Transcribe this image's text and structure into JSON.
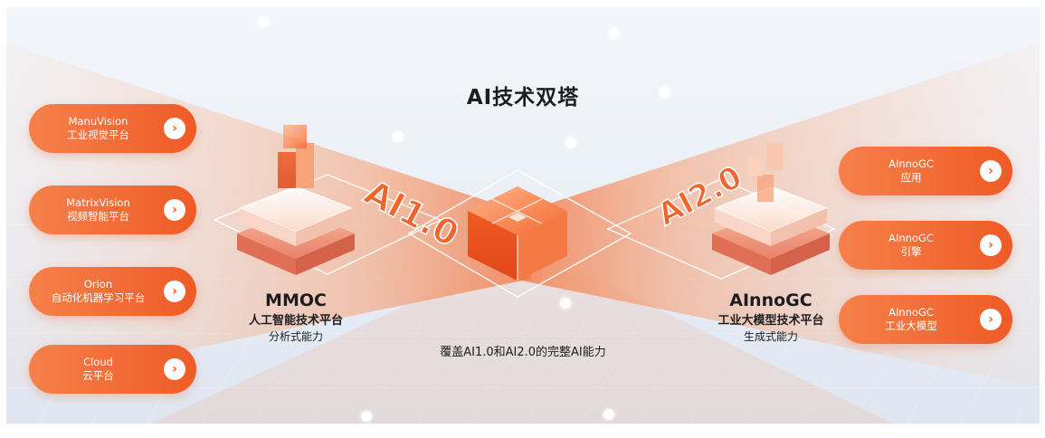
{
  "title": "AI技术双塔",
  "left_items": [
    {
      "line1": "ManuVision",
      "line2": "工业视觉平台"
    },
    {
      "line1": "MatrixVision",
      "line2": "视频智能平台"
    },
    {
      "line1": "Orion",
      "line2": "自动化机器学习平台"
    },
    {
      "line1": "Cloud",
      "line2": "云平台"
    }
  ],
  "right_items": [
    {
      "line1": "AInnoGC",
      "line2": "应用"
    },
    {
      "line1": "AInnoGC",
      "line2": "引擎"
    },
    {
      "line1": "AInnoGC",
      "line2": "工业大模型"
    }
  ],
  "left_tower": {
    "badge": "AI1.0",
    "name": "MMOC",
    "subtitle": "人工智能技术平台",
    "desc": "分析式能力"
  },
  "right_tower": {
    "badge": "AI2.0",
    "name": "AInnoGC",
    "subtitle": "工业大模型技术平台",
    "desc": "生成式能力"
  },
  "caption": "覆盖AI1.0和AI2.0的完整AI能力",
  "arrow_glyph": "›",
  "colors": {
    "accent": "#ef5b26",
    "accent_light": "#f6804a",
    "text": "#1d1d1f"
  }
}
